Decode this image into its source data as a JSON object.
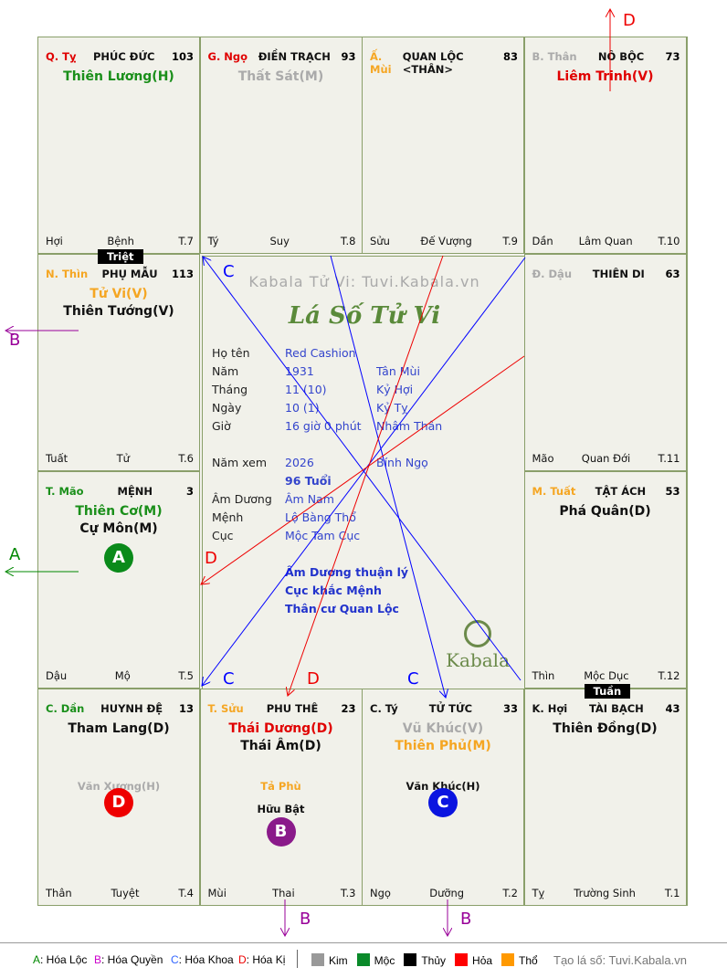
{
  "watermark": "Kabala Tử Vi: Tuvi.Kabala.vn",
  "logo_title": "Lá Số Tử Vi",
  "kabala_logo": "Kabala",
  "cells": [
    {
      "pos": [
        0,
        0
      ],
      "branch": "Q. Tỵ",
      "branch_color": "#e00000",
      "palace": "PHÚC ĐỨC",
      "num": "103",
      "stars": [
        {
          "t": "Thiên Lương(H)",
          "c": "#1a8f1a"
        }
      ],
      "minor": [],
      "foot": [
        "Hợi",
        "Bệnh",
        "T.7"
      ]
    },
    {
      "pos": [
        0,
        1
      ],
      "branch": "G. Ngọ",
      "branch_color": "#e00000",
      "palace": "ĐIỀN TRẠCH",
      "num": "93",
      "stars": [
        {
          "t": "Thất Sát(M)",
          "c": "#aaaaaa"
        }
      ],
      "minor": [],
      "foot": [
        "Tý",
        "Suy",
        "T.8"
      ]
    },
    {
      "pos": [
        0,
        2
      ],
      "branch": "Ấ. Mùi",
      "branch_color": "#f5a623",
      "palace": "QUAN LỘC <THÂN>",
      "num": "83",
      "stars": [],
      "minor": [],
      "foot": [
        "Sửu",
        "Đế Vượng",
        "T.9"
      ]
    },
    {
      "pos": [
        0,
        3
      ],
      "branch": "B. Thân",
      "branch_color": "#aaaaaa",
      "palace": "NÔ BỘC",
      "num": "73",
      "stars": [
        {
          "t": "Liêm Trinh(V)",
          "c": "#e00000"
        }
      ],
      "minor": [],
      "foot": [
        "Dần",
        "Lâm Quan",
        "T.10"
      ]
    },
    {
      "pos": [
        1,
        0
      ],
      "branch": "N. Thìn",
      "branch_color": "#f5a623",
      "palace": "PHỤ MẪU",
      "num": "113",
      "stars": [
        {
          "t": "Tử Vi(V)",
          "c": "#f5a623"
        },
        {
          "t": "Thiên Tướng(V)",
          "c": "#111111"
        }
      ],
      "minor": [],
      "foot": [
        "Tuất",
        "Tử",
        "T.6"
      ],
      "badge": "Triệt"
    },
    {
      "pos": [
        1,
        3
      ],
      "branch": "Đ. Dậu",
      "branch_color": "#aaaaaa",
      "palace": "THIÊN DI",
      "num": "63",
      "stars": [],
      "minor": [],
      "foot": [
        "Mão",
        "Quan Đới",
        "T.11"
      ]
    },
    {
      "pos": [
        2,
        0
      ],
      "branch": "T. Mão",
      "branch_color": "#1a8f1a",
      "palace": "MỆNH",
      "num": "3",
      "stars": [
        {
          "t": "Thiên Cơ(M)",
          "c": "#1a8f1a"
        },
        {
          "t": "Cự Môn(M)",
          "c": "#111111"
        }
      ],
      "minor": [],
      "foot": [
        "Dậu",
        "Mộ",
        "T.5"
      ],
      "circle": {
        "t": "A",
        "c": "#0a8a1a"
      }
    },
    {
      "pos": [
        2,
        3
      ],
      "branch": "M. Tuất",
      "branch_color": "#f5a623",
      "palace": "TẬT ÁCH",
      "num": "53",
      "stars": [
        {
          "t": "Phá Quân(D)",
          "c": "#111111"
        }
      ],
      "minor": [],
      "foot": [
        "Thìn",
        "Mộc Dục",
        "T.12"
      ]
    },
    {
      "pos": [
        3,
        0
      ],
      "branch": "C. Dần",
      "branch_color": "#1a8f1a",
      "palace": "HUYNH ĐỆ",
      "num": "13",
      "stars": [
        {
          "t": "Tham Lang(D)",
          "c": "#111111"
        }
      ],
      "minor": [
        {
          "t": "Văn Xương(H)",
          "c": "#aaaaaa"
        }
      ],
      "foot": [
        "Thân",
        "Tuyệt",
        "T.4"
      ],
      "circle": {
        "t": "D",
        "c": "#ee0000"
      }
    },
    {
      "pos": [
        3,
        1
      ],
      "branch": "T. Sửu",
      "branch_color": "#f5a623",
      "palace": "PHU THÊ",
      "num": "23",
      "stars": [
        {
          "t": "Thái Dương(D)",
          "c": "#e00000"
        },
        {
          "t": "Thái Âm(D)",
          "c": "#111111"
        }
      ],
      "minor": [
        {
          "t": "Tả Phù",
          "c": "#f5a623"
        },
        {
          "t": "Hữu Bật",
          "c": "#111111"
        }
      ],
      "foot": [
        "Mùi",
        "Thai",
        "T.3"
      ],
      "circle": {
        "t": "B",
        "c": "#8a1a8a"
      }
    },
    {
      "pos": [
        3,
        2
      ],
      "branch": "C. Tý",
      "branch_color": "#111111",
      "palace": "TỬ TỨC",
      "num": "33",
      "stars": [
        {
          "t": "Vũ Khúc(V)",
          "c": "#aaaaaa"
        },
        {
          "t": "Thiên Phủ(M)",
          "c": "#f5a623"
        }
      ],
      "minor": [
        {
          "t": "Văn Khúc(H)",
          "c": "#111111"
        }
      ],
      "foot": [
        "Ngọ",
        "Dưỡng",
        "T.2"
      ],
      "circle": {
        "t": "C",
        "c": "#0a14e0"
      }
    },
    {
      "pos": [
        3,
        3
      ],
      "branch": "K. Hợi",
      "branch_color": "#111111",
      "palace": "TÀI BẠCH",
      "num": "43",
      "stars": [
        {
          "t": "Thiên Đồng(D)",
          "c": "#111111"
        }
      ],
      "minor": [],
      "foot": [
        "Tỵ",
        "Trường Sinh",
        "T.1"
      ],
      "badge": "Tuần"
    }
  ],
  "info": [
    {
      "k": "Họ tên",
      "v": "Red Cashion",
      "w": ""
    },
    {
      "k": "Năm",
      "v": "1931",
      "w": "Tân Mùi"
    },
    {
      "k": "Tháng",
      "v": "11 (10)",
      "w": "Kỷ Hợi"
    },
    {
      "k": "Ngày",
      "v": "10  (1)",
      "w": "Kỷ Tỵ"
    },
    {
      "k": "Giờ",
      "v": "16 giờ 0 phút",
      "w": "Nhâm Thân"
    },
    {
      "k": "Năm xem",
      "v": "2026",
      "w": "Bính Ngọ"
    },
    {
      "k": "",
      "v": "96 Tuổi",
      "w": ""
    },
    {
      "k": "Âm Dương",
      "v": "Âm Nam",
      "w": ""
    },
    {
      "k": "Mệnh",
      "v": "Lộ Bàng Thổ",
      "w": ""
    },
    {
      "k": "Cục",
      "v": "Mộc Tam Cục",
      "w": ""
    }
  ],
  "notes": [
    "Âm Dương thuận lý",
    "Cục khắc Mệnh",
    "Thân cư Quan Lộc"
  ],
  "arrow_labels": {
    "a": "A",
    "b": "B",
    "c": "C",
    "d": "D"
  },
  "legend": {
    "a": "A",
    "a_t": ": Hóa Lộc",
    "b": "B",
    "b_t": ": Hóa Quyền",
    "c": "C",
    "c_t": ": Hóa Khoa",
    "d": "D",
    "d_t": ": Hóa Kị",
    "elements": [
      {
        "t": "Kim",
        "c": "#999999"
      },
      {
        "t": "Mộc",
        "c": "#0a8a2a"
      },
      {
        "t": "Thủy",
        "c": "#000000"
      },
      {
        "t": "Hỏa",
        "c": "#ff0000"
      },
      {
        "t": "Thổ",
        "c": "#ff9900"
      }
    ],
    "credit": "Tạo lá số: Tuvi.Kabala.vn"
  }
}
